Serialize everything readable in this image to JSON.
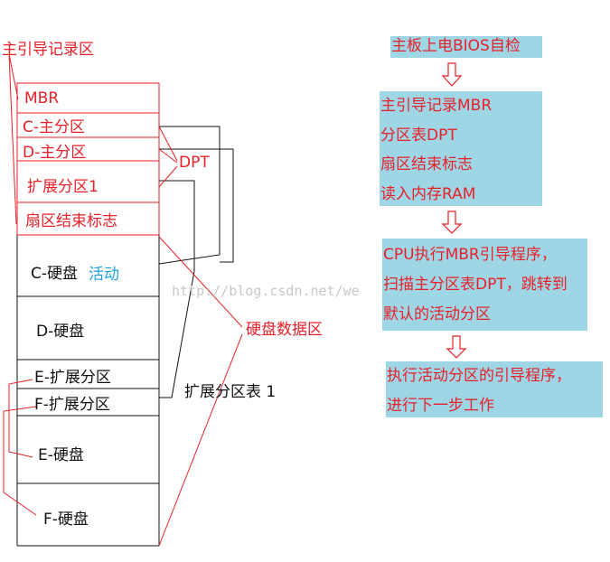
{
  "left": {
    "title": "主引导记录区",
    "mbr": "MBR",
    "c_primary": "C-主分区",
    "d_primary": "D-主分区",
    "ext1": "扩展分区1",
    "sector_end": "扇区结束标志",
    "dpt": "DPT",
    "c_disk": "C-硬盘",
    "active": "活动",
    "d_disk": "D-硬盘",
    "e_ext": "E-扩展分区",
    "f_ext": "F-扩展分区",
    "e_disk": "E-硬盘",
    "f_disk": "F-硬盘",
    "disk_data": "硬盘数据区",
    "ext_table": "扩展分区表 1",
    "watermark": "http://blog.csdn.net/we"
  },
  "right": {
    "step1": "主板上电BIOS自检",
    "step2": [
      "主引导记录MBR",
      "分区表DPT",
      "扇区结束标志",
      "读入内存RAM"
    ],
    "step3": [
      "CPU执行MBR引导程序，",
      "扫描主分区表DPT，跳转到",
      "默认的活动分区"
    ],
    "step4": [
      "执行活动分区的引导程序，",
      "进行下一步工作"
    ]
  },
  "colors": {
    "red": "#e8202a",
    "box": "#9fd6e6",
    "blue": "#1ea0dc"
  }
}
